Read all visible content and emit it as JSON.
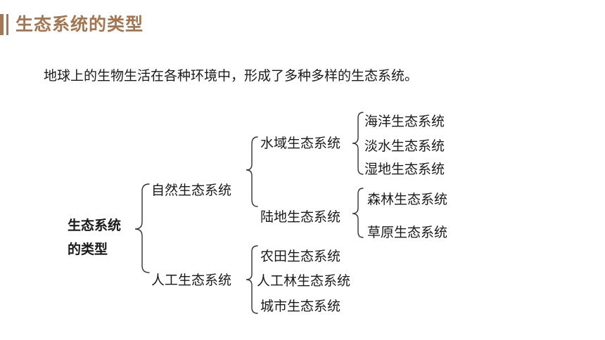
{
  "header": {
    "title": "生态系统的类型"
  },
  "intro": "地球上的生物生活在各种环境中，形成了多种多样的生态系统。",
  "tree": {
    "root": "生态系统的类型",
    "natural": {
      "label": "自然生态系统",
      "water": {
        "label": "水域生态系统",
        "children": [
          "海洋生态系统",
          "淡水生态系统",
          "湿地生态系统"
        ]
      },
      "land": {
        "label": "陆地生态系统",
        "children": [
          "森林生态系统",
          "草原生态系统"
        ]
      }
    },
    "artificial": {
      "label": "人工生态系统",
      "children": [
        "农田生态系统",
        "人工林生态系统",
        "城市生态系统"
      ]
    }
  },
  "colors": {
    "accent": "#a5754f",
    "text": "#1a1a1a"
  }
}
